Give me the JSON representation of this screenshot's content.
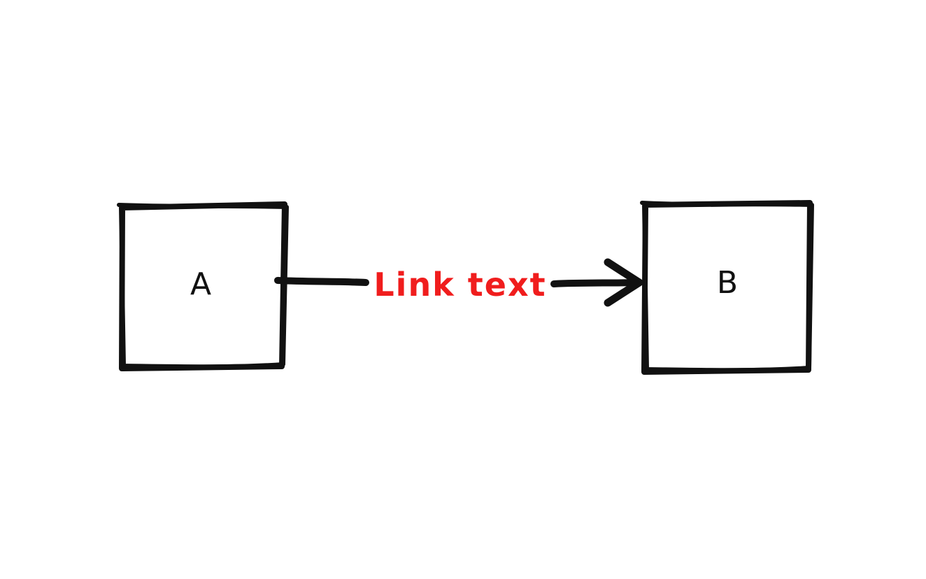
{
  "canvas": {
    "background": "#ffffff"
  },
  "colors": {
    "shape_stroke": "#111111",
    "node_label": "#111111",
    "edge_label": "#f01d1d"
  },
  "nodes": [
    {
      "label": "A"
    },
    {
      "label": "B"
    }
  ],
  "edge": {
    "label": "Link text",
    "from": "A",
    "to": "B",
    "direction": "right"
  }
}
